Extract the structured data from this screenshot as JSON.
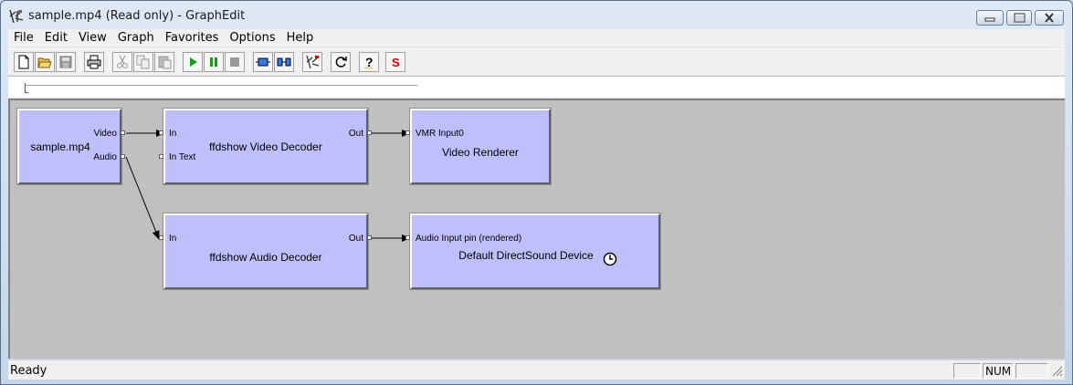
{
  "window": {
    "title": "sample.mp4 (Read only) - GraphEdit"
  },
  "menu": [
    "File",
    "Edit",
    "View",
    "Graph",
    "Favorites",
    "Options",
    "Help"
  ],
  "toolbar": {
    "buttons": [
      "new-icon",
      "open-icon",
      "save-icon",
      "print-icon",
      "cut-icon",
      "copy-icon",
      "paste-icon",
      "play-icon",
      "pause-icon",
      "stop-icon",
      "filter-connect-icon",
      "filter-insert-icon",
      "graph-icon",
      "refresh-icon",
      "help-icon",
      "seek-icon"
    ],
    "seek_label": "S"
  },
  "seek": {
    "position": 0
  },
  "filters": {
    "source": {
      "name": "sample.mp4",
      "pins": {
        "video": "Video",
        "audio": "Audio"
      }
    },
    "video_decoder": {
      "name": "ffdshow Video Decoder",
      "pins": {
        "in": "In",
        "in_text": "In Text",
        "out": "Out"
      }
    },
    "video_renderer": {
      "name": "Video Renderer",
      "pins": {
        "in": "VMR Input0"
      }
    },
    "audio_decoder": {
      "name": "ffdshow Audio Decoder",
      "pins": {
        "in": "In",
        "out": "Out"
      }
    },
    "audio_renderer": {
      "name": "Default DirectSound Device",
      "pins": {
        "in": "Audio Input pin (rendered)"
      },
      "clock_icon": "clock-icon"
    }
  },
  "statusbar": {
    "text": "Ready",
    "panes": [
      "",
      "NUM",
      ""
    ]
  },
  "colors": {
    "filter_fill": "#bfbffe",
    "canvas": "#c0c0c0",
    "play": "#1a9a1a",
    "seek_s": "#cc0000"
  }
}
